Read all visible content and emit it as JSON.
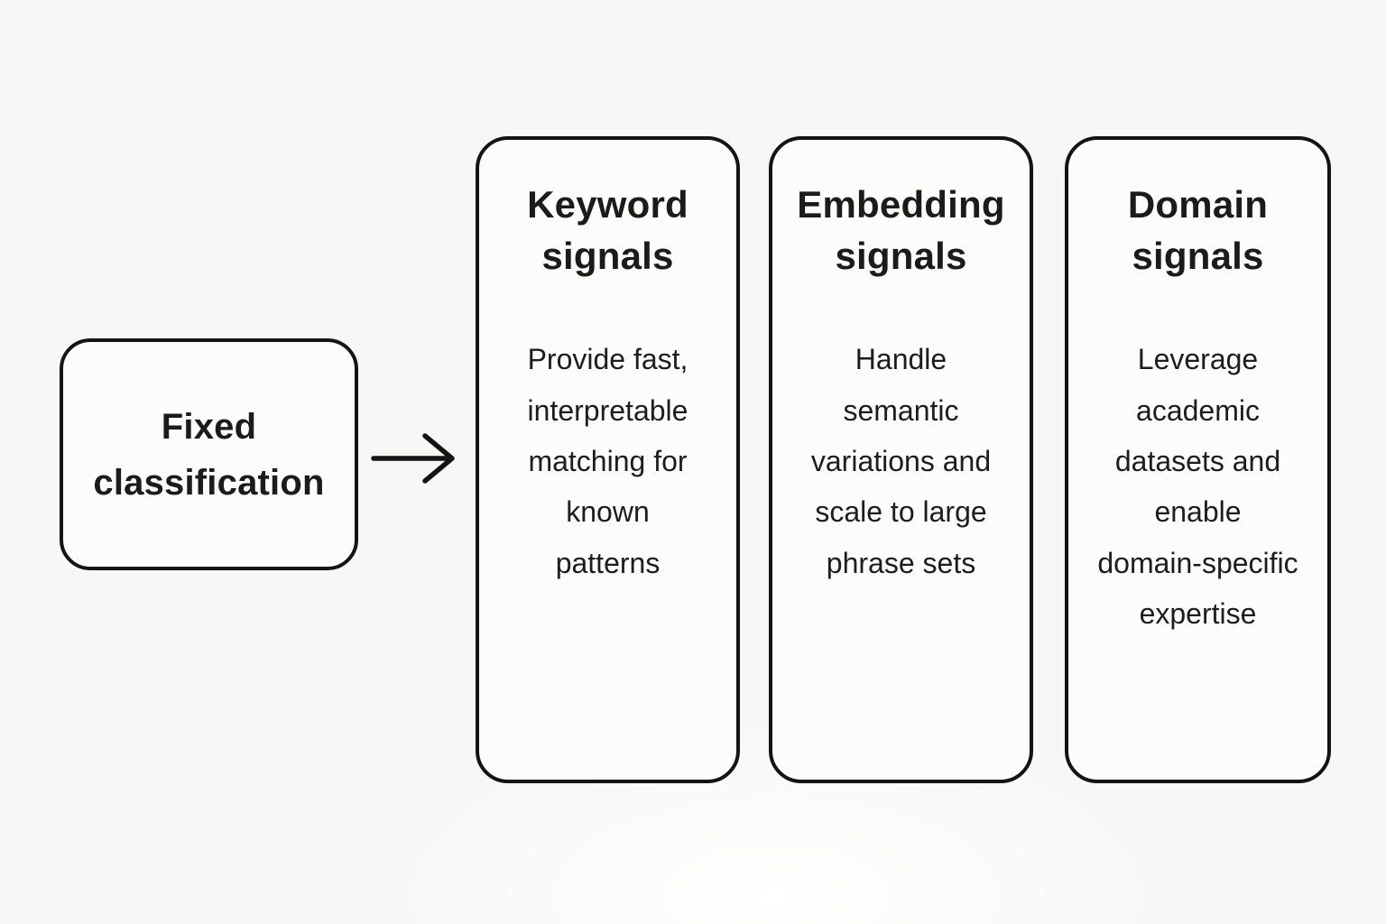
{
  "diagram": {
    "source": {
      "label": "Fixed classification"
    },
    "arrow": {
      "direction": "right"
    },
    "cards": [
      {
        "title": "Keyword signals",
        "body": "Provide fast,\ninterpretable\nmatching for\nknown\npatterns"
      },
      {
        "title": "Embedding signals",
        "body": "Handle\nsemantic\nvariations and\nscale to large\nphrase sets"
      },
      {
        "title": "Domain signals",
        "body": "Leverage\nacademic\ndatasets and\nenable\ndomain-specific\nexpertise"
      }
    ],
    "colors": {
      "background": "#f7f7f5",
      "box_fill": "#fcfcfb",
      "border": "#141414",
      "text": "#1b1b1b"
    }
  }
}
